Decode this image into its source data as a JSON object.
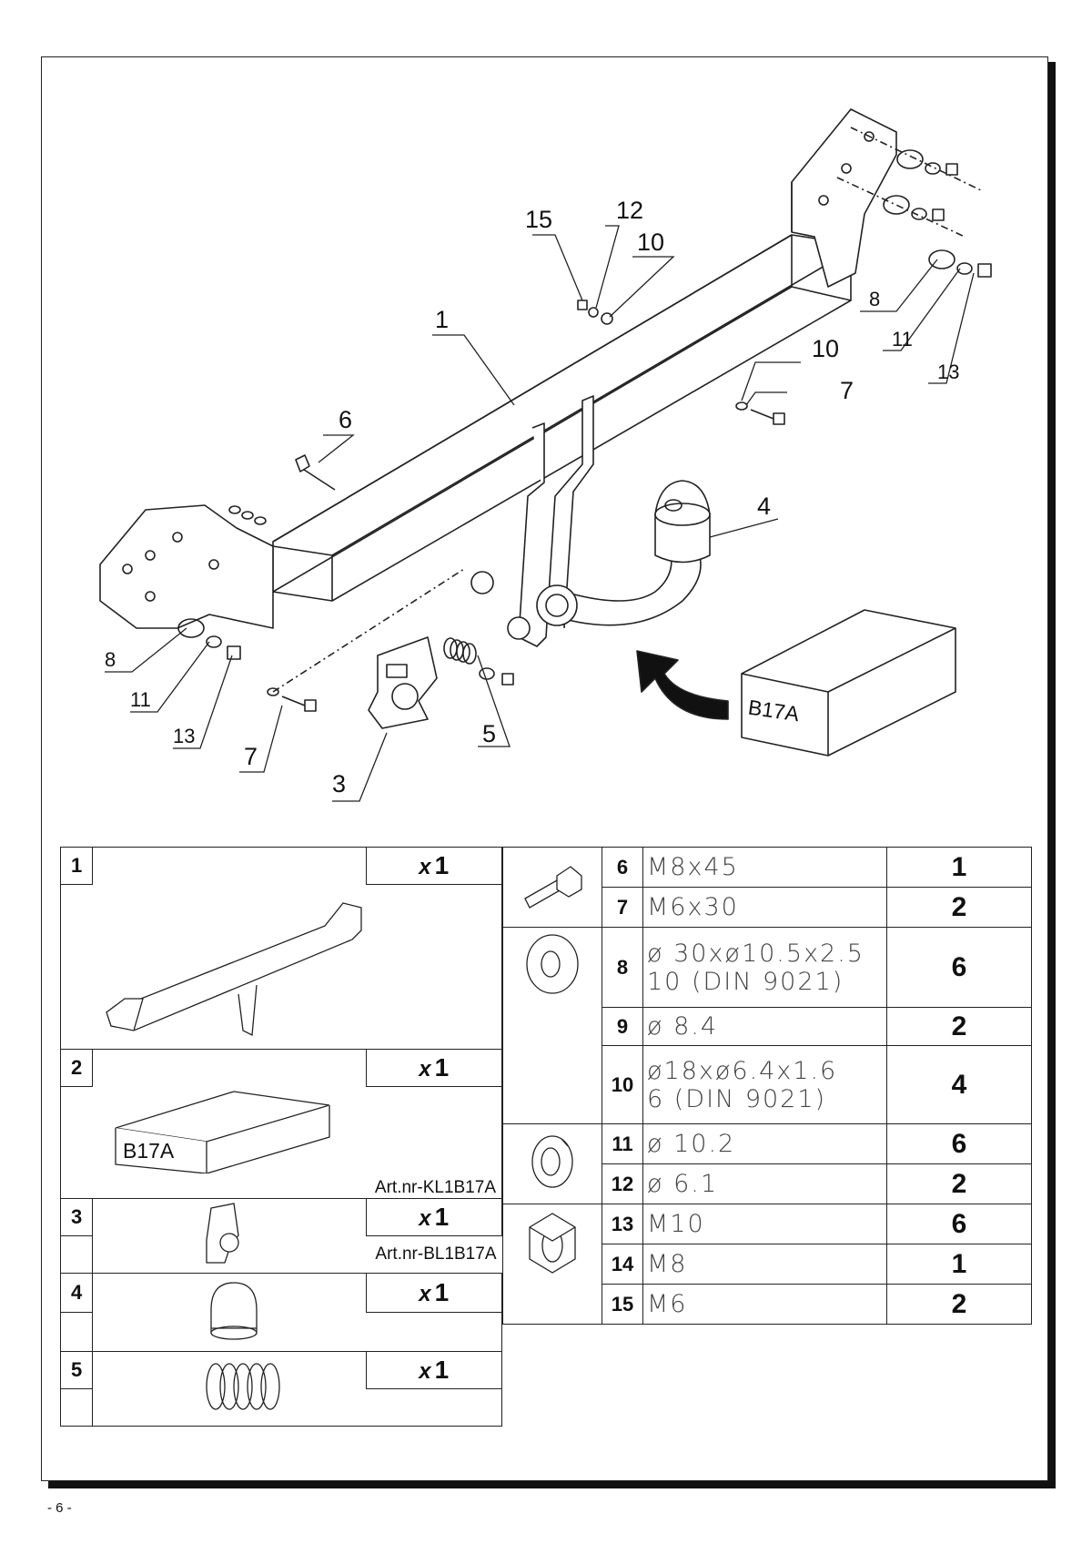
{
  "callouts": {
    "c1": "1",
    "c3": "3",
    "c4": "4",
    "c5": "5",
    "c6": "6",
    "c7a": "7",
    "c7b": "7",
    "c8a": "8",
    "c8b": "8",
    "c10a": "10",
    "c10b": "10",
    "c11a": "11",
    "c11b": "11",
    "c12": "12",
    "c13a": "13",
    "c13b": "13",
    "c15": "15"
  },
  "box_label": "B17A",
  "parts_left": [
    {
      "num": "1",
      "qty_prefix": "x",
      "qty": "1",
      "art": ""
    },
    {
      "num": "2",
      "qty_prefix": "x",
      "qty": "1",
      "art": "Art.nr-KL1B17A",
      "box_label": "B17A"
    },
    {
      "num": "3",
      "qty_prefix": "x",
      "qty": "1",
      "art": "Art.nr-BL1B17A"
    },
    {
      "num": "4",
      "qty_prefix": "x",
      "qty": "1",
      "art": ""
    },
    {
      "num": "5",
      "qty_prefix": "x",
      "qty": "1",
      "art": ""
    }
  ],
  "parts_right": [
    {
      "num": "6",
      "spec": "M8x45",
      "qty": "1"
    },
    {
      "num": "7",
      "spec": "M6x30",
      "qty": "2"
    },
    {
      "num": "8",
      "spec": "ø 30xø10.5x2.5",
      "spec2": "10   (DIN 9021)",
      "qty": "6"
    },
    {
      "num": "9",
      "spec": "ø 8.4",
      "qty": "2"
    },
    {
      "num": "10",
      "spec": "ø18xø6.4x1.6",
      "spec2": "6    (DIN 9021)",
      "qty": "4"
    },
    {
      "num": "11",
      "spec": "ø 10.2",
      "qty": "6"
    },
    {
      "num": "12",
      "spec": "ø 6.1",
      "qty": "2"
    },
    {
      "num": "13",
      "spec": "M10",
      "qty": "6"
    },
    {
      "num": "14",
      "spec": "M8",
      "qty": "1"
    },
    {
      "num": "15",
      "spec": "M6",
      "qty": "2"
    }
  ],
  "page_number": "- 6 -"
}
